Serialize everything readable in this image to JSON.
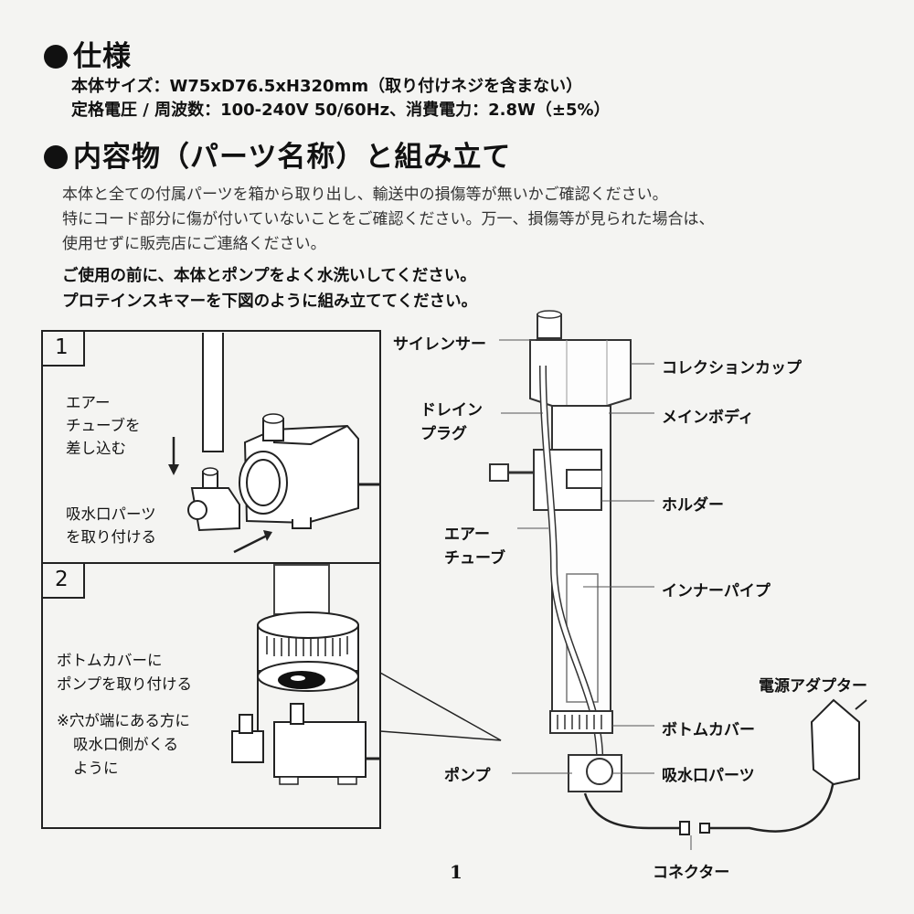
{
  "section1": {
    "heading": "仕様",
    "size_line": "本体サイズ：W75xD76.5xH320mm（取り付けネジを含まない）",
    "power_line": "定格電圧 / 周波数：100-240V 50/60Hz、消費電力：2.8W（±5%）"
  },
  "section2": {
    "heading": "内容物（パーツ名称）と組み立て",
    "para": [
      "本体と全ての付属パーツを箱から取り出し、輸送中の損傷等が無いかご確認ください。",
      "特にコード部分に傷が付いていないことをご確認ください。万一、損傷等が見られた場合は、",
      "使用せずに販売店にご連絡ください。"
    ],
    "bold": [
      "ご使用の前に、本体とポンプをよく水洗いしてください。",
      "プロテインスキマーを下図のように組み立ててください。"
    ]
  },
  "panel1": {
    "num": "1",
    "label_a": [
      "エアー",
      "チューブを",
      "差し込む"
    ],
    "label_b": [
      "吸水口パーツ",
      "を取り付ける"
    ]
  },
  "panel2": {
    "num": "2",
    "label_a": [
      "ボトムカバーに",
      "ポンプを取り付ける"
    ],
    "label_b": [
      "※穴が端にある方に",
      "吸水口側がくる",
      "ように"
    ]
  },
  "parts": {
    "silencer": "サイレンサー",
    "drain_plug": [
      "ドレイン",
      "プラグ"
    ],
    "air_tube": [
      "エアー",
      "チューブ"
    ],
    "pump": "ポンプ",
    "collection_cup": "コレクションカップ",
    "main_body": "メインボディ",
    "holder": "ホルダー",
    "inner_pipe": "インナーパイプ",
    "bottom_cover": "ボトムカバー",
    "intake_part": "吸水口パーツ",
    "adapter": "電源アダプター",
    "connector": "コネクター"
  },
  "page_number": "1"
}
